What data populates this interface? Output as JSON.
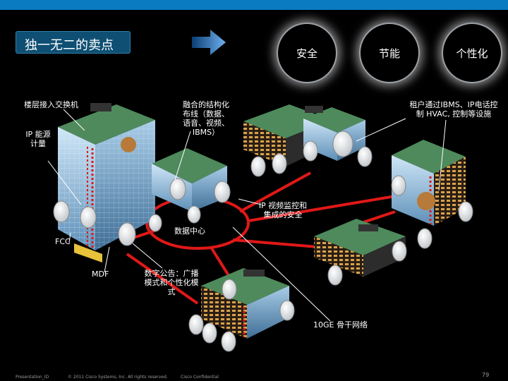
{
  "slide_title": "独一无二的卖点",
  "pills": [
    "安全",
    "节能",
    "个性化"
  ],
  "labels": {
    "floor_switch": "楼层接入交换机",
    "ip_power_1": "IP 能源",
    "ip_power_2": "计量",
    "cabling_1": "融合的结构化",
    "cabling_2": "布线（数据、",
    "cabling_3": "语音、视频、",
    "cabling_4": "IBMS）",
    "tenant_1": "租户通过IBMS、IP电话控",
    "tenant_2": "制 HVAC, 控制等设施",
    "video_1": "IP 视频监控和",
    "video_2": "集成的安全",
    "datacenter": "数据中心",
    "fcc": "FCC",
    "mdf": "MDF",
    "signage_1": "数字公告：广播",
    "signage_2": "模式和个性化模",
    "signage_3": "式",
    "backbone": "10GE 骨干网络"
  },
  "footer": {
    "presentation_id": "Presentation_ID",
    "copyright": "© 2011 Cisco Systems, Inc. All rights reserved.",
    "confidential": "Cisco Confidential",
    "page_number": "79"
  },
  "colors": {
    "top_bar": "#0a7bc0",
    "title_box": "#0e4f73",
    "network_line": "#e01818",
    "roof": "#4e8a5c"
  }
}
